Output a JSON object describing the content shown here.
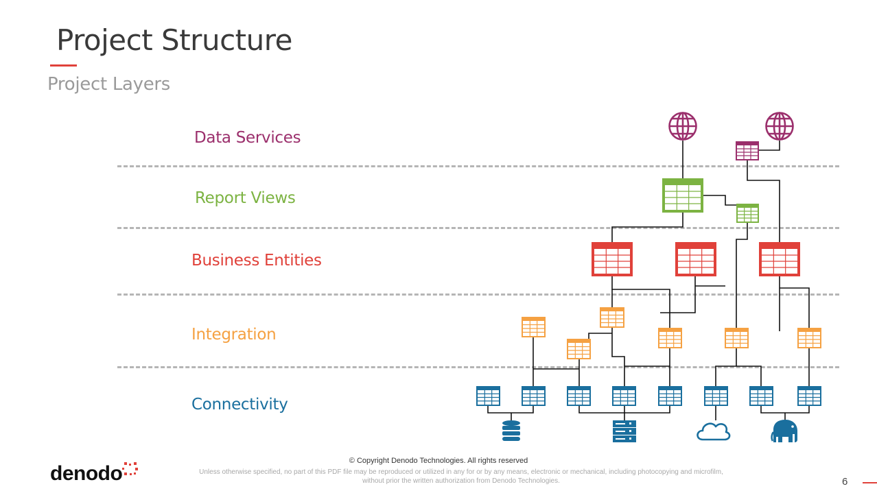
{
  "title": "Project Structure",
  "subtitle": "Project Layers",
  "colors": {
    "accent": "#e0413a",
    "data_services": "#9b2f6c",
    "report_views": "#7cb342",
    "business_entities": "#e0413a",
    "integration": "#f5a142",
    "connectivity": "#1a6f9e"
  },
  "layers": [
    {
      "label": "Data Services",
      "color": "#9b2f6c"
    },
    {
      "label": "Report Views",
      "color": "#7cb342"
    },
    {
      "label": "Business Entities",
      "color": "#e0413a"
    },
    {
      "label": "Integration",
      "color": "#f5a142"
    },
    {
      "label": "Connectivity",
      "color": "#1a6f9e"
    }
  ],
  "icons": {
    "globe": "globe-icon",
    "table": "table-icon",
    "database": "database-icon",
    "server": "server-icon",
    "cloud": "cloud-icon",
    "hadoop": "elephant-icon"
  },
  "footer": {
    "copyright": "© Copyright Denodo Technologies. All rights reserved",
    "legal_line1": "Unless otherwise specified, no part of this PDF file may be reproduced or utilized in any for or by any means, electronic or mechanical, including photocopying and microfilm,",
    "legal_line2": "without prior the written authorization from Denodo Technologies.",
    "logo": "denodo",
    "page_number": "6"
  }
}
